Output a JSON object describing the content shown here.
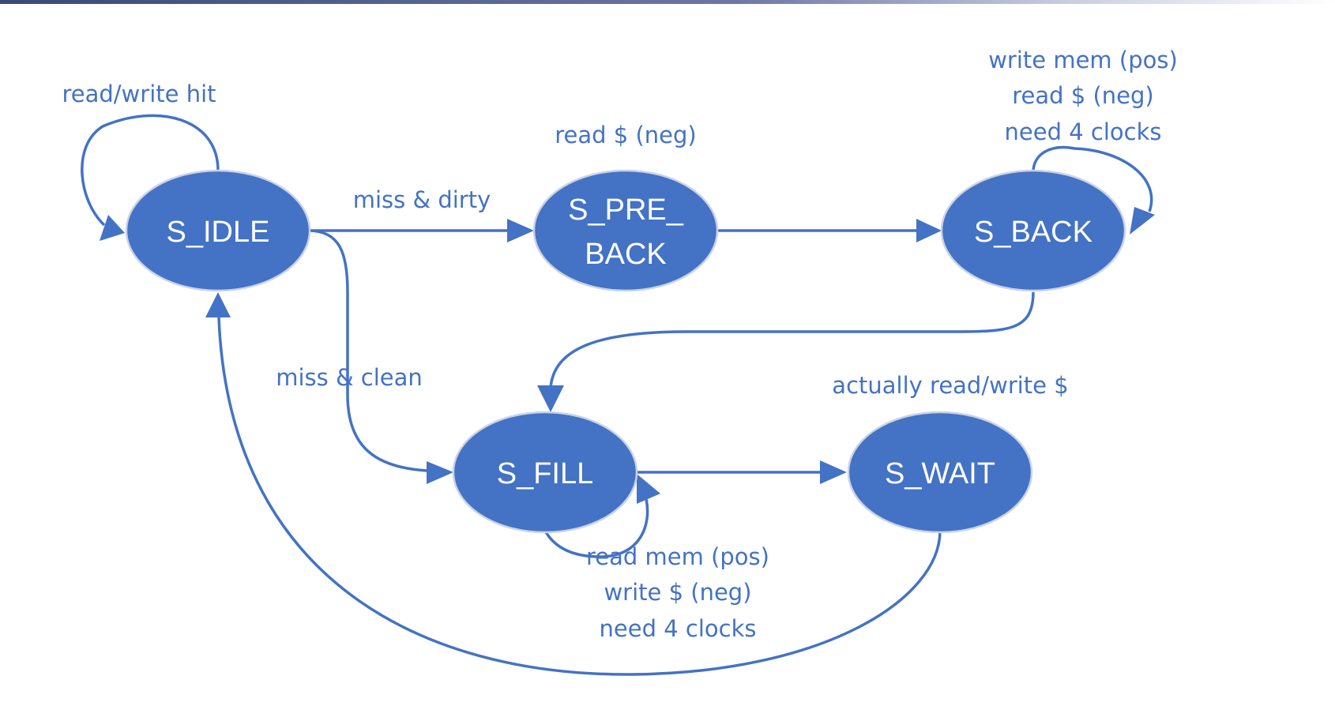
{
  "colors": {
    "accent": "#4472c4",
    "node_text": "#ffffff",
    "node_outline": "#c9d3e6"
  },
  "states": {
    "idle": "S_IDLE",
    "pre_back_line1": "S_PRE_",
    "pre_back_line2": "BACK",
    "back": "S_BACK",
    "fill": "S_FILL",
    "wait": "S_WAIT"
  },
  "labels": {
    "idle_self_loop": "read/write hit",
    "idle_to_pre_back": "miss & dirty",
    "idle_to_fill": "miss & clean",
    "pre_back_note": "read $ (neg)",
    "back_note_line1": "write mem (pos)",
    "back_note_line2": "read $ (neg)",
    "back_note_line3": "need 4 clocks",
    "fill_note_line1": "read mem (pos)",
    "fill_note_line2": "write $ (neg)",
    "fill_note_line3": "need 4 clocks",
    "wait_note": "actually read/write $"
  }
}
